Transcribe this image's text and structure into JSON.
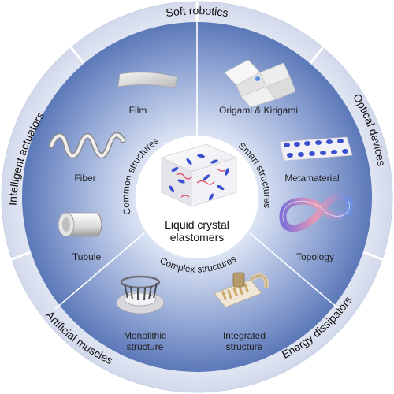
{
  "center": {
    "line1": "Liquid crystal",
    "line2": "elastomers"
  },
  "categories": {
    "common": "Common structures",
    "smart": "Smart structures",
    "complex": "Complex structures"
  },
  "items": {
    "film": "Film",
    "fiber": "Fiber",
    "tubule": "Tubule",
    "origami": "Origami & Kirigami",
    "metamaterial": "Metamaterial",
    "topology": "Topology",
    "monolithic_1": "Monolithic",
    "monolithic_2": "structure",
    "integrated_1": "Integrated",
    "integrated_2": "structure"
  },
  "applications": {
    "soft_robotics": "Soft robotics",
    "optical_devices": "Optical devices",
    "energy_dissipators": "Energy dissipators",
    "artificial_muscles": "Artificial muscles",
    "intelligent_actuators": "Intelligent actuators"
  },
  "colors": {
    "outer_ring": "#dfe4f2",
    "ring_divider": "#ffffff",
    "disc_center": "#ffffff",
    "disc_edge": "#5b78b8",
    "line": "#ffffff",
    "mesogen_blue": "#3a4fd0",
    "mesogen_red": "#e0556a",
    "pink": "#e59ab6",
    "purple": "#7f6fd6"
  }
}
